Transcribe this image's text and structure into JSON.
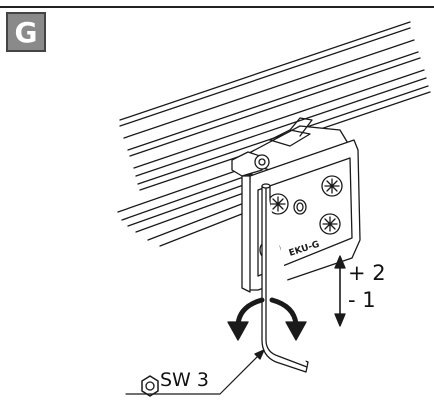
{
  "step": {
    "letter": "G"
  },
  "adjustment": {
    "up_label": "+ 2",
    "down_label": "- 1"
  },
  "tool": {
    "size_label": "SW 3"
  },
  "bracket": {
    "brand_label": "EKU-G"
  },
  "icons": {
    "hex-key-size": "hexagon-nut-icon",
    "rotate": "rotate-both-directions-icon",
    "vertical": "up-down-arrow-icon"
  }
}
